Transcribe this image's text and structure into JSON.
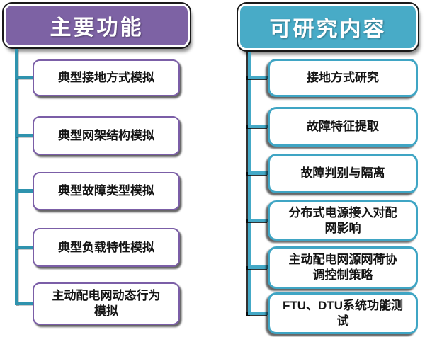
{
  "colors": {
    "left_header_fill": "#7d62a4",
    "left_item_border": "#7b5ea7",
    "right_header_fill": "#48abc7",
    "right_item_border": "#3fa5c4",
    "connector_left": "#2f93ae",
    "connector_right": "#44a9c7",
    "item_text": "#141414",
    "header_text": "#ffffff"
  },
  "left": {
    "header": "主要功能",
    "items": [
      "典型接地方式模拟",
      "典型网架结构模拟",
      "典型故障类型模拟",
      "典型负载特性模拟",
      "主动配电网动态行为\n模拟"
    ]
  },
  "right": {
    "header": "可研究内容",
    "items": [
      "接地方式研究",
      "故障特征提取",
      "故障判别与隔离",
      "分布式电源接入对配\n网影响",
      "主动配电网源网荷协\n调控制策略",
      "FTU、DTU系统功能测\n试"
    ]
  }
}
